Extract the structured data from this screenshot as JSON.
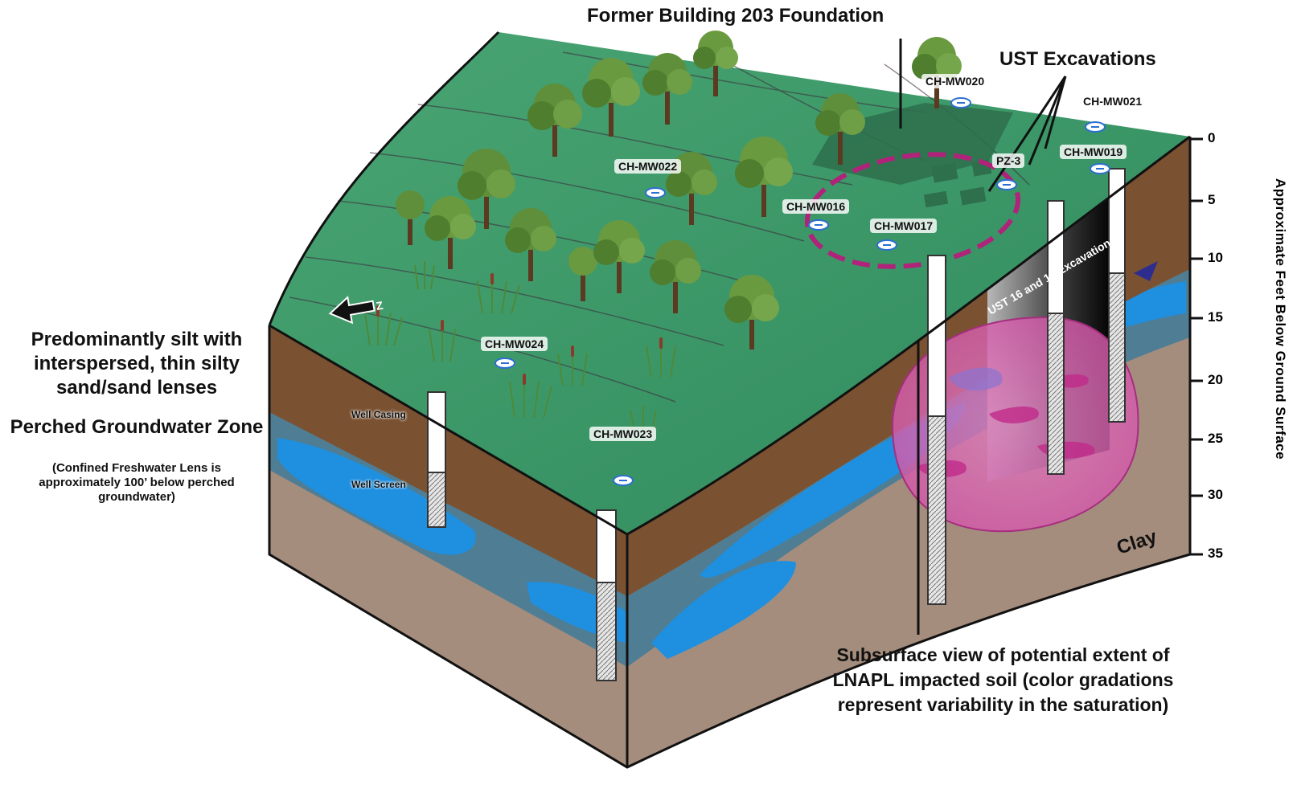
{
  "labels": {
    "building_foundation": "Former Building 203 Foundation",
    "ust_excavations": "UST Excavations",
    "ust_16_18": "UST 16 and 18 Excavation",
    "silt_description": "Predominantly silt with interspersed, thin silty sand/sand lenses",
    "perched_zone": "Perched Groundwater Zone",
    "perched_note": "(Confined Freshwater Lens is approximately 100’ below perched groundwater)",
    "well_casing": "Well Casing",
    "well_screen": "Well Screen",
    "clay": "Clay",
    "lnapl_callout": "Subsurface view of potential extent of LNAPL impacted soil (color gradations represent variability in the saturation)"
  },
  "wells": [
    {
      "id": "CH-MW020"
    },
    {
      "id": "CH-MW021"
    },
    {
      "id": "CH-MW019"
    },
    {
      "id": "PZ-3"
    },
    {
      "id": "CH-MW022"
    },
    {
      "id": "CH-MW016"
    },
    {
      "id": "CH-MW017"
    },
    {
      "id": "CH-MW024"
    },
    {
      "id": "CH-MW023"
    }
  ],
  "depth_axis": {
    "title": "Approximate Feet Below Ground Surface",
    "ticks": [
      "0",
      "5",
      "10",
      "15",
      "20",
      "25",
      "30",
      "35"
    ]
  },
  "colors": {
    "ground": "#3f9a6b",
    "silt": "#7a5232",
    "groundwater": "#4d7c95",
    "water_lens": "#1f8fe0",
    "clay": "#a48d7d",
    "lnapl": "#d65aa8",
    "boundary": "#b0237a"
  },
  "icons": {
    "north_arrow": "north-arrow-icon",
    "well_marker": "well-marker-icon",
    "water_table": "water-table-triangle-icon"
  }
}
